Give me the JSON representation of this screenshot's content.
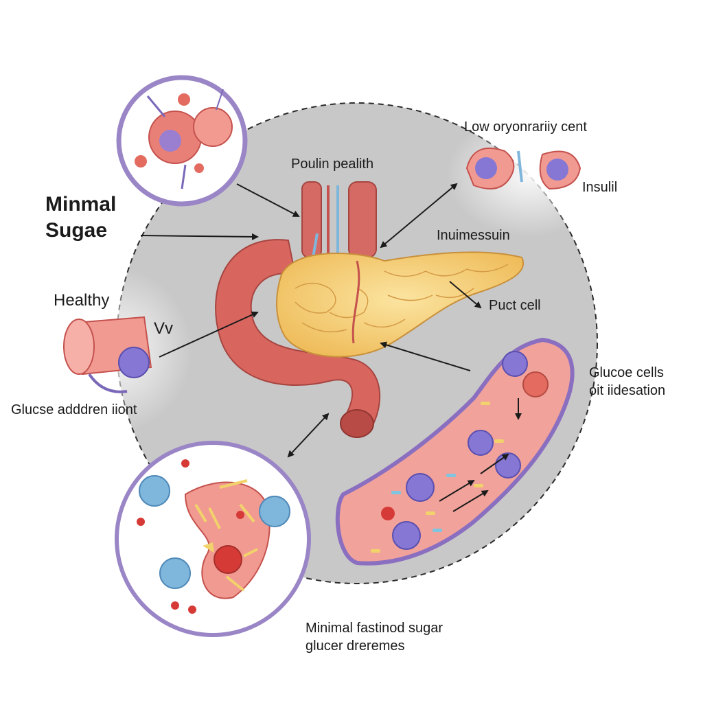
{
  "labels": {
    "minimal_sugar_line1": "Minmal",
    "minimal_sugar_line2": "Sugae",
    "healthy": "Healthy",
    "vv": "Vv",
    "glucose_addition": "Glucse adddren iiont",
    "poulin_pealith": "Poulin pealith",
    "low_coronary": "Low oryonrariiy cent",
    "insulin": "Insulil",
    "inuimessuin": "Inuimessuin",
    "puct_cell": "Puct cell",
    "glucose_cells_line1": "Glucoe cells",
    "glucose_cells_line2": "oit iidesation",
    "bottom_line1": "Minimal fastinod sugar",
    "bottom_line2": "glucer dreremes"
  },
  "colors": {
    "background_circle": "#c9c8c8",
    "pancreas": "#f6d37a",
    "duodenum": "#d9655f",
    "vessel": "#e98a86",
    "inset_border": "#9a86c6",
    "cell_purple": "#7f78cf",
    "cell_blue": "#7fb6dc",
    "arrow": "#1b1b1b"
  }
}
